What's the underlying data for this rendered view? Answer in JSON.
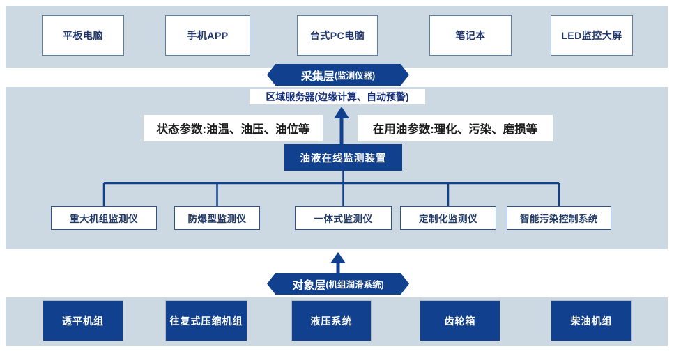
{
  "palette": {
    "band_bg": "#cdd9e2",
    "dark_blue": "#10408e",
    "white_box_border": "#5b7ea8",
    "monitor_box_border": "#2d5292",
    "navy_text": "#20356b",
    "dark_text": "#1c1c1c"
  },
  "top_band": {
    "devices": [
      {
        "label": "平板电脑"
      },
      {
        "label": "手机APP"
      },
      {
        "label": "台式PC电脑"
      },
      {
        "label": "笔记本"
      },
      {
        "label": "LED监控大屏"
      }
    ]
  },
  "collection_layer": {
    "title": "采集层",
    "subtitle": "(监测仪器)"
  },
  "server_box": {
    "label": "区域服务器(边缘计算、自动预警)"
  },
  "params": {
    "left": "状态参数:油温、油压、油位等",
    "right": "在用油参数:理化、污染、磨损等"
  },
  "device_box": {
    "label": "油液在线监测装置"
  },
  "monitors": [
    {
      "label": "重大机组监测仪"
    },
    {
      "label": "防爆型监测仪"
    },
    {
      "label": "一体式监测仪"
    },
    {
      "label": "定制化监测仪"
    },
    {
      "label": "智能污染控制系统"
    }
  ],
  "object_layer": {
    "title": "对象层",
    "subtitle": " (机组润滑系统)"
  },
  "bottom_band": {
    "equipment": [
      {
        "label": "透平机组"
      },
      {
        "label": "往复式压缩机组"
      },
      {
        "label": "液压系统"
      },
      {
        "label": "齿轮箱"
      },
      {
        "label": "柴油机组"
      }
    ]
  }
}
